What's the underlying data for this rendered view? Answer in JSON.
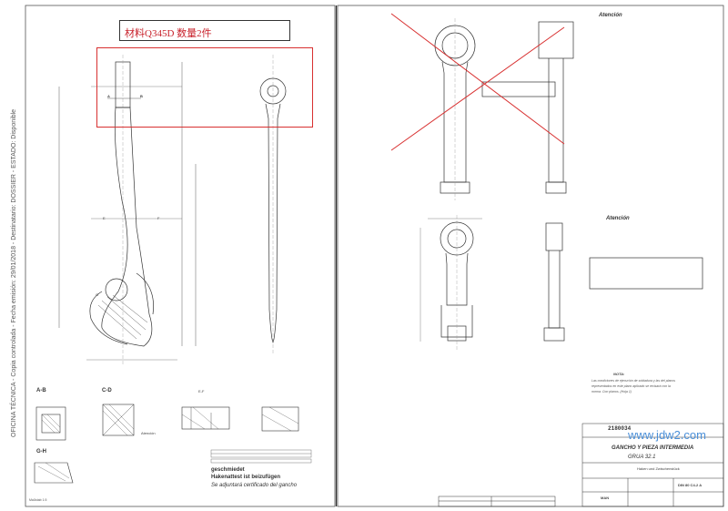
{
  "material_note": "材料Q345D     数量2件",
  "watermark": "www.jdw2.com",
  "side_text": "OFICINA TÉCNICA - Copia controlada - Fecha emisión: 29/01/2018 - Destinatario: DOSSIER - ESTADO: Disponible",
  "left_sheet": {
    "section_ab_label": "A-B",
    "section_cd_label": "C-D",
    "section_ef_label": "E-F",
    "section_gh_label": "G-H",
    "marker_a": "A",
    "marker_b": "B",
    "marker_e": "E",
    "marker_f": "F",
    "marker_g": "G",
    "note_geschmiedet": "geschmiedet",
    "note_hakenattest": "Hakenattest ist beizufügen",
    "note_certificado": "Se adjuntará certificado del gancho",
    "atencion": "Atención",
    "scale": "Maßstab 1:5"
  },
  "right_sheet": {
    "atencion_top": "Atención",
    "atencion_mid": "Atención",
    "nota_label": "NOTA:",
    "nota_text_1": "Las condiciones de ejecución de soldadura y las del planos",
    "nota_text_2": "representados en este plano aplicado se revisará con la",
    "nota_text_3": "norma. Con planos. (Hoja 1)",
    "title_block": {
      "drawing_no": "2180034",
      "title": "GANCHO Y PIEZA INTERMEDIA",
      "subtitle": "GRUA 32.1",
      "part_name_de": "Haken und Zwischenstück",
      "ref_no": "DIN 80 C4-2 A",
      "company": "MAN"
    }
  }
}
